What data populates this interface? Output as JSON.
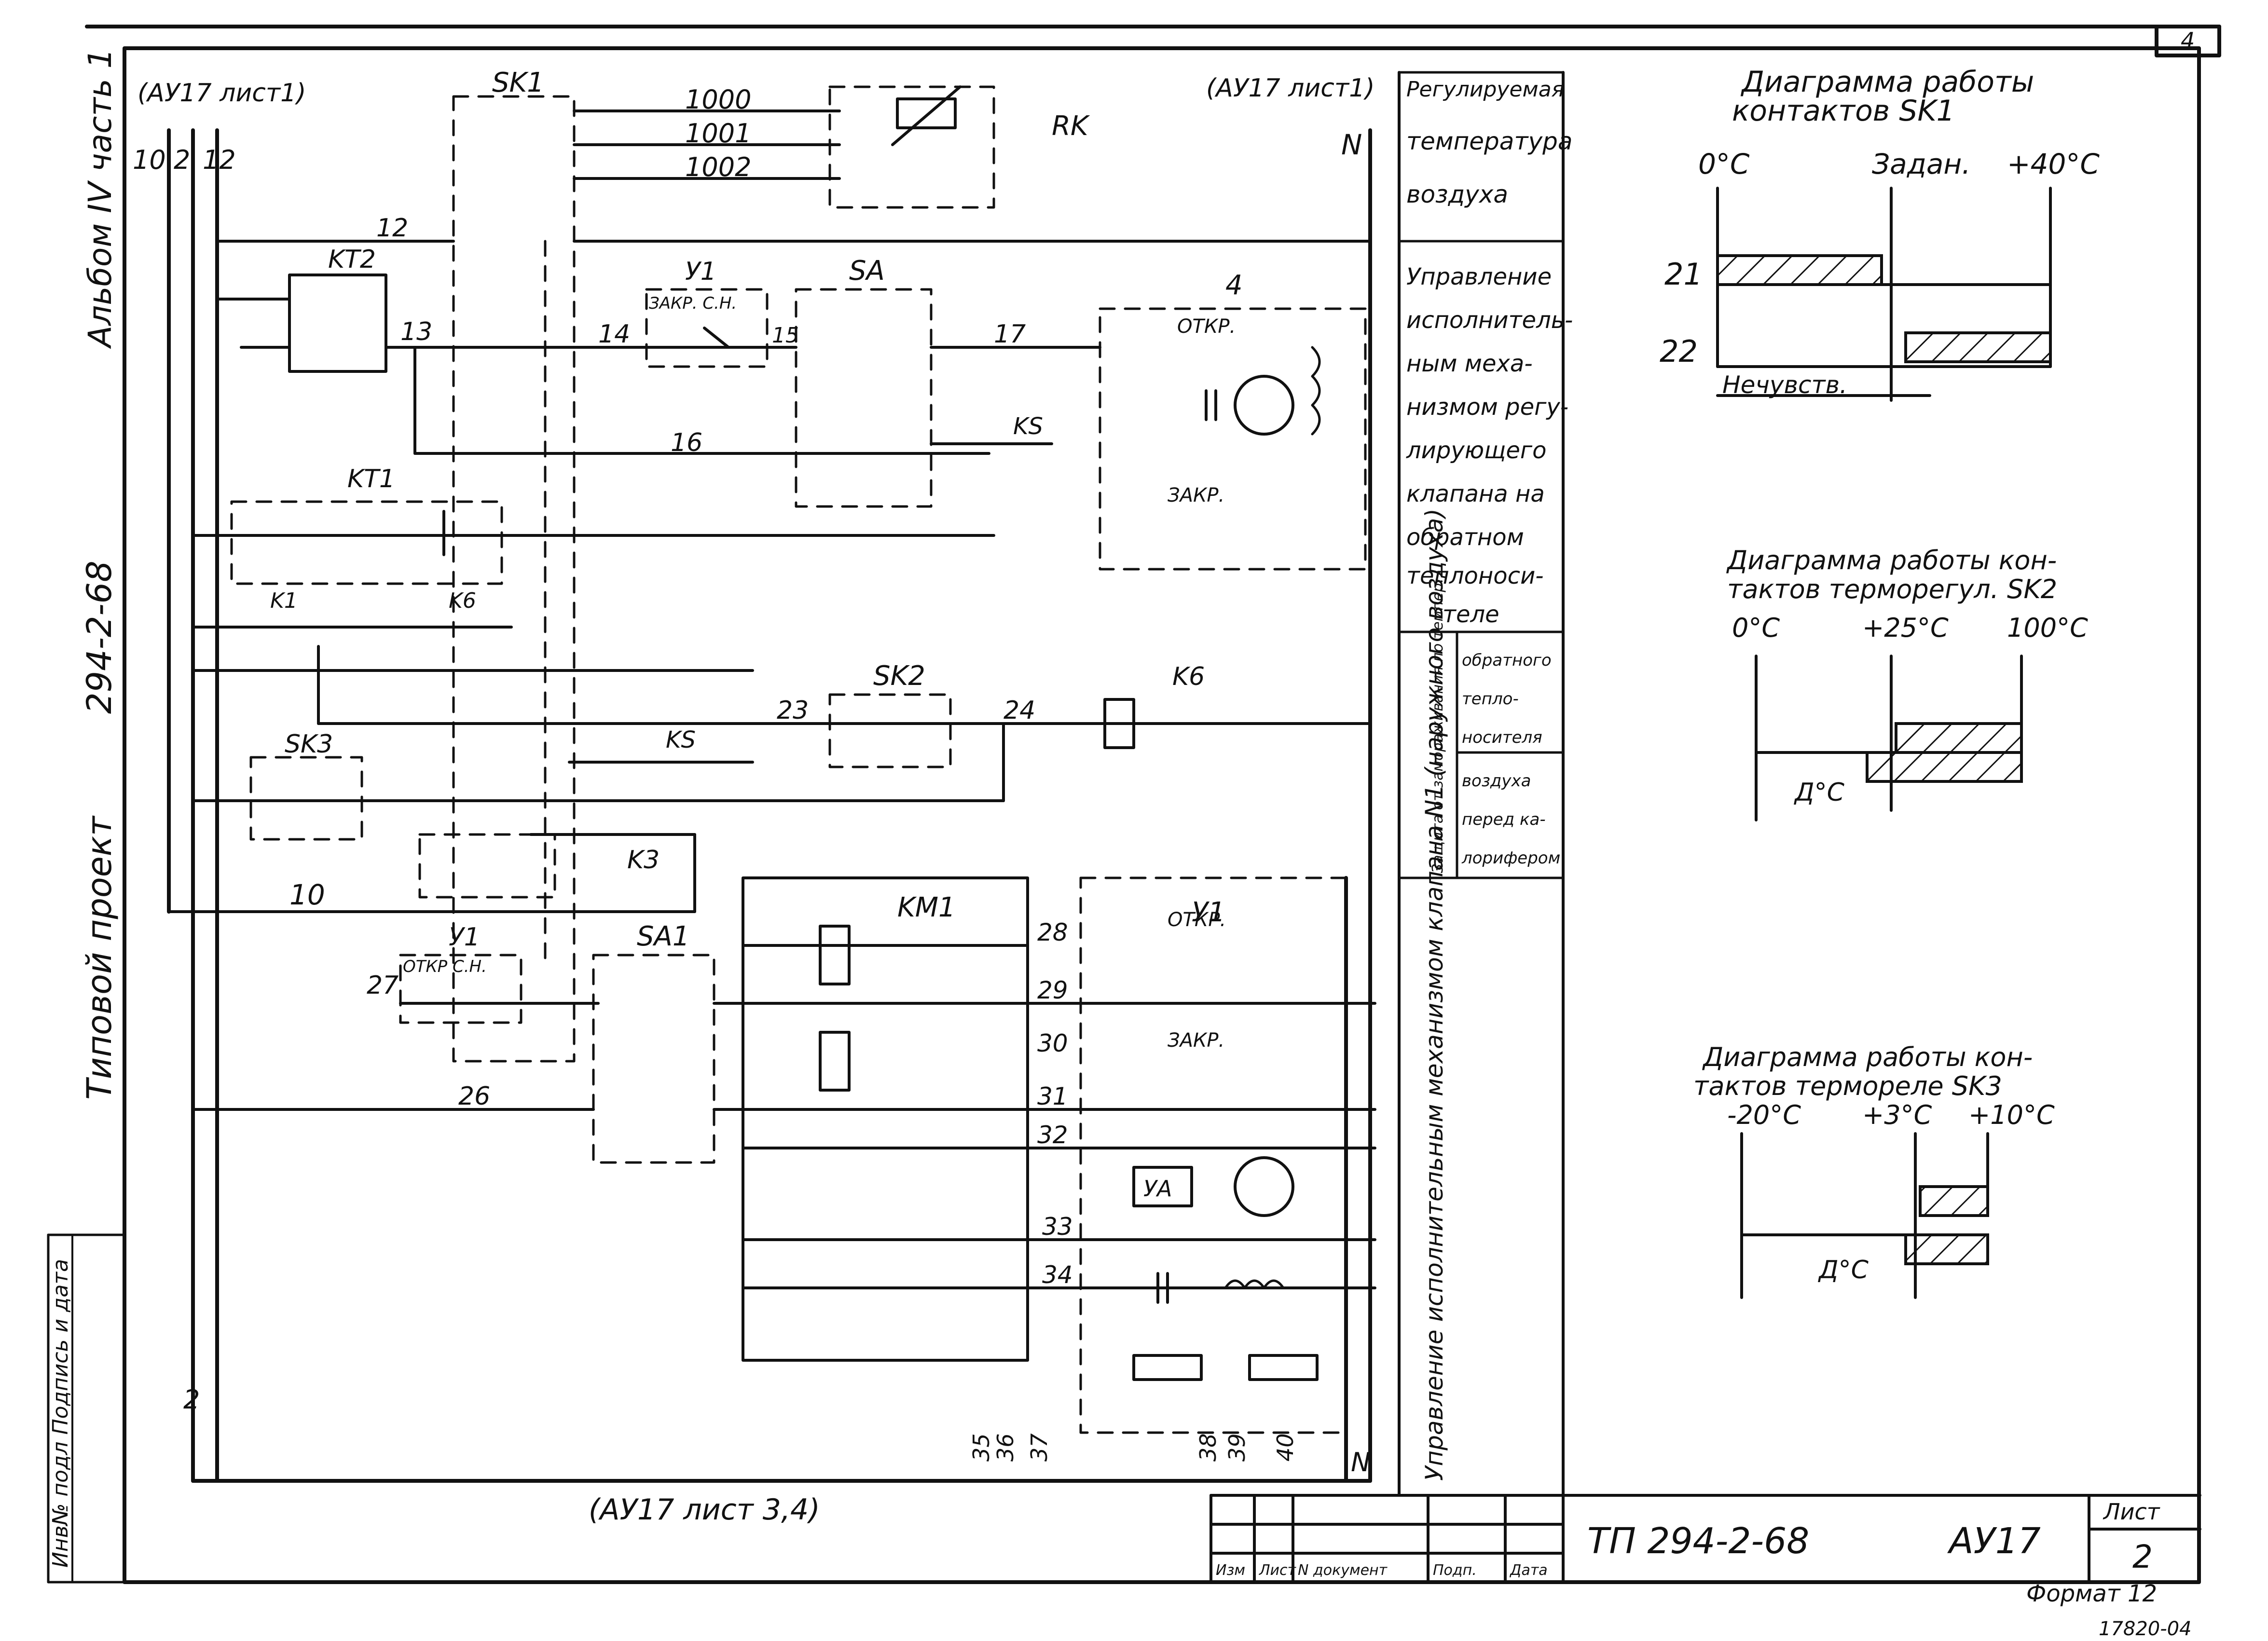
{
  "sheet_corner_number": "4",
  "side_stamp": {
    "album": "Альбом IV часть 1",
    "project_code": "294-2-68",
    "project_type": "Типовой проект",
    "inventory": "Инв№ подл Подпись и дата"
  },
  "refs": {
    "top_left": "(АУ17 лист1)",
    "top_right": "(АУ17 лист1)",
    "bottom": "(АУ17 лист 3,4)"
  },
  "devices": {
    "sk1": "SK1",
    "rk": "RK",
    "kt2": "KT2",
    "kt1": "KT1",
    "y1_top": "У1",
    "sa": "SA",
    "motor4": "4",
    "sk2": "SK2",
    "k6": "K6",
    "sk3": "SK3",
    "k3": "K3",
    "km1": "KM1",
    "y1_mid": "У1",
    "sa1": "SA1",
    "y1_bottom": "У1",
    "ya": "УА",
    "ks": "KS",
    "k1": "K1"
  },
  "wire_numbers": {
    "w1000": "1000",
    "w1001": "1001",
    "w1002": "1002",
    "w12": "12",
    "w13": "13",
    "w14": "14",
    "w15": "15",
    "w16": "16",
    "w17": "17",
    "w23": "23",
    "w24": "24",
    "w10": "10",
    "w26": "26",
    "w27": "27",
    "w2": "2",
    "wN": "N",
    "w28": "28",
    "w29": "29",
    "w30": "30",
    "w31": "31",
    "w32": "32",
    "w33": "33",
    "w34": "34",
    "w35": "35",
    "w36": "36",
    "w37": "37",
    "w38": "38",
    "w39": "39",
    "w40": "40"
  },
  "contact_labels": {
    "otkr": "ОТКР.",
    "zakr": "ЗАКР.",
    "sn": "С.Н.",
    "zakr_sn": "ЗАКР. С.Н.",
    "otkr_sn": "ОТКР С.Н."
  },
  "function_column": {
    "row1": "Регулируемая температура воздуха",
    "row1_lines": [
      "Регулируемая",
      "температура",
      "воздуха"
    ],
    "row2_lines": [
      "Управление",
      "исполнитель-",
      "ным меха-",
      "низмом регу-",
      "лирующего",
      "клапана на",
      "обратном",
      "теплоноси-",
      "теле"
    ],
    "row3_group": "Защита от замораживания по темпер.",
    "row3a": "обратного теплоносителя",
    "row3a_lines": [
      "обратного",
      "тепло-",
      "носителя"
    ],
    "row3b": "воздуха перед калорифером",
    "row3b_lines": [
      "воздуха",
      "перед ка-",
      "лорифером"
    ],
    "row4": "Управление исполнительным механизмом клапана N1 (наружного воздуха)"
  },
  "diagrams": {
    "sk1": {
      "title_lines": [
        "Диаграмма работы",
        "контактов SK1"
      ],
      "scale": [
        "0°C",
        "Задан.",
        "+40°C"
      ],
      "rows": [
        "21",
        "22"
      ],
      "deadband": "Нечувств."
    },
    "sk2": {
      "title_lines": [
        "Диаграмма работы кон-",
        "тактов терморегул. SK2"
      ],
      "scale": [
        "0°C",
        "+25°C",
        "100°C"
      ],
      "delta": "Д°C"
    },
    "sk3": {
      "title_lines": [
        "Диаграмма работы кон-",
        "тактов термореле SK3"
      ],
      "scale": [
        "-20°C",
        "+3°C",
        "+10°C"
      ],
      "delta": "Д°C"
    }
  },
  "title_block": {
    "doc_code": "ТП 294-2-68",
    "mark": "АУ17",
    "sheet_label": "Лист",
    "sheet_number": "2",
    "format": "Формат 12",
    "headers": [
      "Изм",
      "Лист",
      "N документ",
      "Подп.",
      "Дата"
    ]
  },
  "archive_number": "17820-04"
}
